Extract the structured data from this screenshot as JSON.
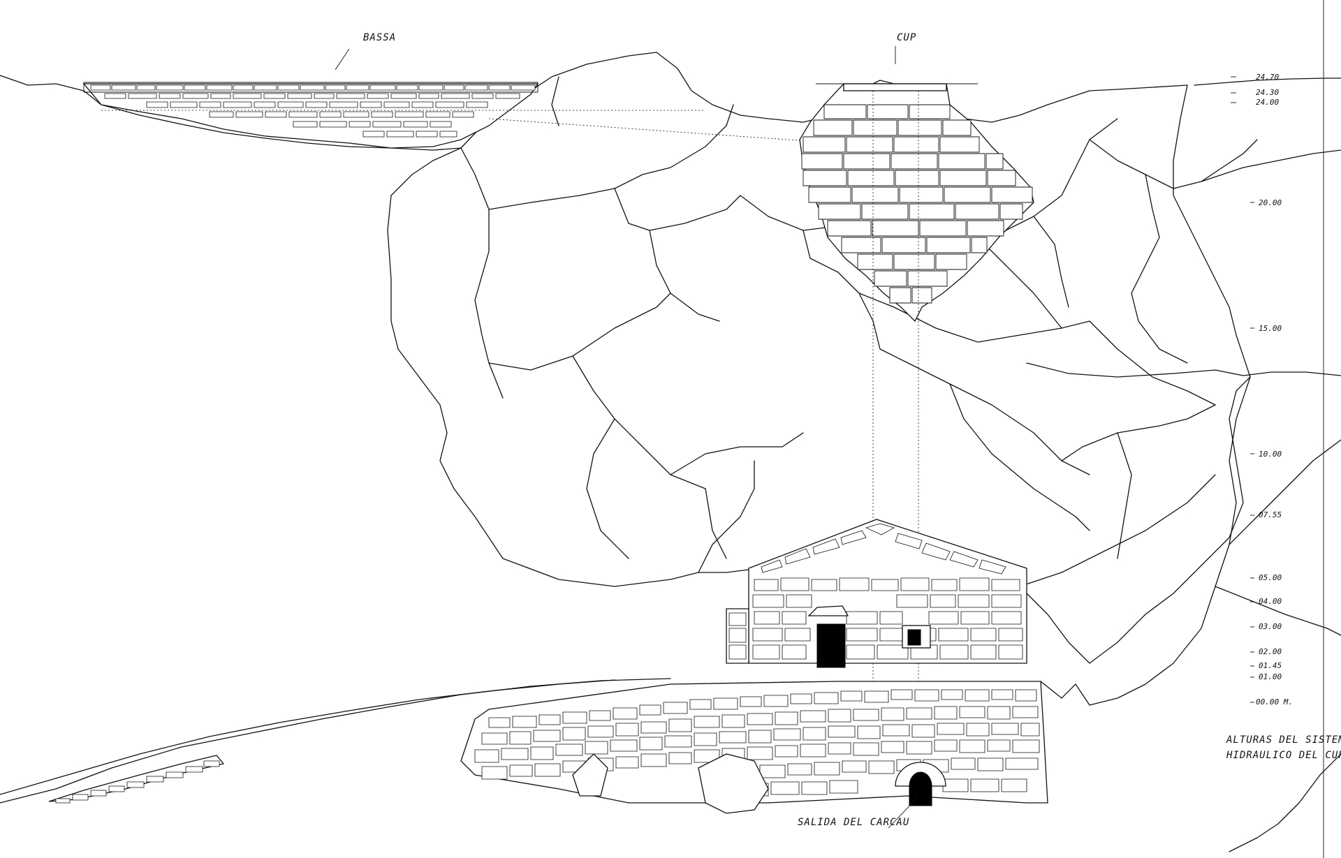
{
  "labels": {
    "bassa": "BASSA",
    "cup": "CUP",
    "salida": "SALIDA DEL CARCAU",
    "caption_line1": "ALTURAS DEL SISTEMA",
    "caption_line2": "HIDRAULICO DEL CUP."
  },
  "scale_marks": [
    "24.70",
    "24.30",
    "24.00",
    "20.00",
    "15.00",
    "10.00",
    "07.55",
    "05.00",
    "04.00",
    "03.00",
    "02.00",
    "01.45",
    "01.00",
    "00.00 M."
  ]
}
